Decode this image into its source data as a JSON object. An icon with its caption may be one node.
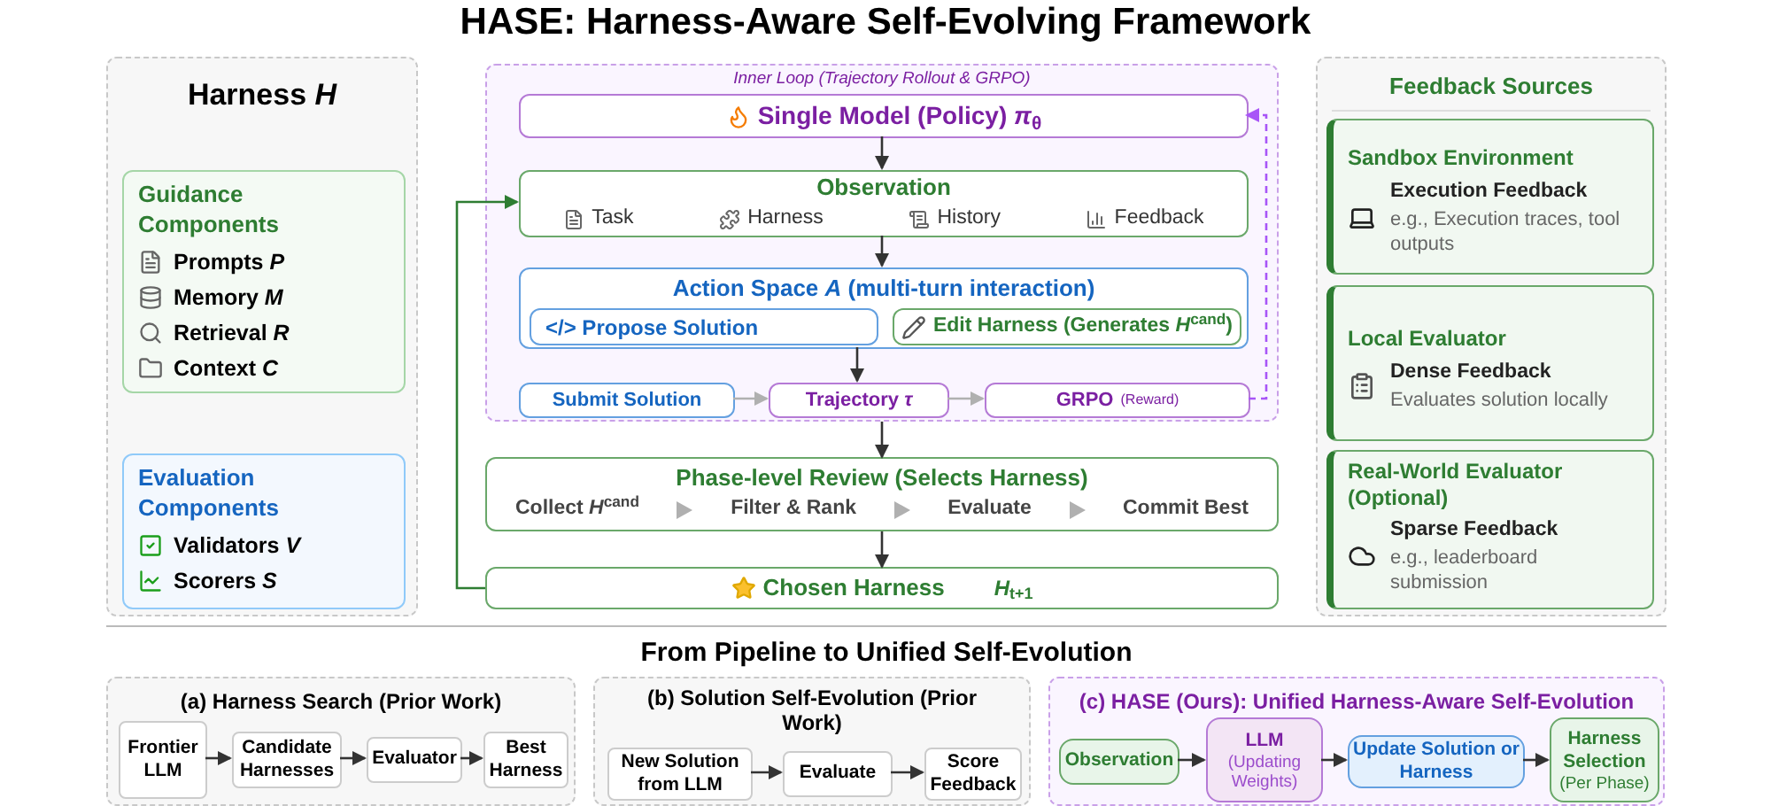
{
  "diagram": {
    "title": "HASE: Harness-Aware Self-Evolving Framework",
    "nodes": [
      {
        "text": [
          "Harness *H*"
        ]
      },
      {
        "text": [
          "Guidance Components",
          "Prompts *P*",
          "Memory *M*",
          "Retrieval *R*",
          "Context *C*"
        ],
        "in": 0
      },
      {
        "text": [
          "Evaluation Components",
          "Validators *V*",
          "Scorers *S*"
        ],
        "in": 0
      },
      {
        "text": [
          "Inner Loop (Trajectory Rollout & GRPO)"
        ]
      },
      {
        "text": [
          "Single Model (Policy) *π*$_{θ}$"
        ],
        "in": 3
      },
      {
        "text": [
          "Observation",
          "Task",
          "Harness",
          "History",
          "Feedback"
        ],
        "in": 3
      },
      {
        "text": [
          "Action Space *A* (multi-turn interaction)"
        ],
        "in": 3
      },
      {
        "text": [
          "</> Propose Solution"
        ],
        "in": 6
      },
      {
        "text": [
          "Edit Harness (Generates *H*$^{cand}$)"
        ],
        "in": 6
      },
      {
        "text": [
          "Submit Solution"
        ],
        "in": 3
      },
      {
        "text": [
          "Trajectory *τ*"
        ],
        "in": 3
      },
      {
        "text": [
          "GRPO",
          "(Reward)"
        ],
        "in": 3
      },
      {
        "text": [
          "Phase-level Review (Selects Harness)",
          "Collect *H*$^{cand}$",
          "Filter & Rank",
          "Evaluate",
          "Commit Best"
        ]
      },
      {
        "text": [
          "Chosen Harness",
          "*H*$_{t+1}$"
        ]
      },
      {
        "text": [
          "Feedback Sources"
        ]
      },
      {
        "text": [
          "Sandbox Environment",
          "Execution Feedback",
          "e.g., Execution traces, tool outputs"
        ],
        "in": 14
      },
      {
        "text": [
          "Local Evaluator",
          "Dense Feedback",
          "Evaluates solution locally"
        ],
        "in": 14
      },
      {
        "text": [
          "Real-World Evaluator (Optional)",
          "Sparse Feedback",
          "e.g., leaderboard submission"
        ],
        "in": 14
      },
      {
        "text": [
          "(a) Harness Search (Prior Work)"
        ]
      },
      {
        "text": [
          "Frontier LLM"
        ],
        "in": 18
      },
      {
        "text": [
          "Candidate Harnesses"
        ],
        "in": 18
      },
      {
        "text": [
          "Evaluator"
        ],
        "in": 18
      },
      {
        "text": [
          "Best Harness"
        ],
        "in": 18
      },
      {
        "text": [
          "(b) Solution Self-Evolution (Prior Work)"
        ]
      },
      {
        "text": [
          "New Solution from LLM"
        ],
        "in": 23
      },
      {
        "text": [
          "Evaluate"
        ],
        "in": 23
      },
      {
        "text": [
          "Score Feedback"
        ],
        "in": 23
      },
      {
        "text": [
          "(c) HASE (Ours): Unified Harness-Aware Self-Evolution"
        ]
      },
      {
        "text": [
          "Observation"
        ],
        "in": 27
      },
      {
        "text": [
          "LLM",
          "(Updating Weights)"
        ],
        "in": 27
      },
      {
        "text": [
          "Update Solution or Harness"
        ],
        "in": 27
      },
      {
        "text": [
          "Harness Selection",
          "(Per Phase)"
        ],
        "in": 27
      }
    ],
    "edges": [
      {
        "from": 4,
        "to": 5,
        "arrow": "to"
      },
      {
        "from": 5,
        "to": 6,
        "arrow": "to"
      },
      {
        "from": 6,
        "to": 10,
        "arrow": "to"
      },
      {
        "from": 9,
        "to": 10,
        "arrow": "to",
        "color": "#b0b0b0"
      },
      {
        "from": 10,
        "to": 11,
        "arrow": "to",
        "color": "#b0b0b0"
      },
      {
        "from": 11,
        "to": 4,
        "arrow": "to",
        "style": "dashed",
        "color": "#a855f7"
      },
      {
        "from": 3,
        "to": 12,
        "arrow": "to"
      },
      {
        "from": 12,
        "to": 13,
        "arrow": "to"
      },
      {
        "from": 13,
        "to": 5,
        "arrow": "to",
        "color": "#2e7d32"
      },
      {
        "from": 19,
        "to": 20,
        "arrow": "to"
      },
      {
        "from": 20,
        "to": 21,
        "arrow": "to"
      },
      {
        "from": 21,
        "to": 22,
        "arrow": "to"
      },
      {
        "from": 24,
        "to": 25,
        "arrow": "to"
      },
      {
        "from": 25,
        "to": 26,
        "arrow": "to"
      },
      {
        "from": 28,
        "to": 29,
        "arrow": "to"
      },
      {
        "from": 29,
        "to": 30,
        "arrow": "to"
      },
      {
        "from": 30,
        "to": 31,
        "arrow": "to"
      }
    ],
    "labels": [
      "From Pipeline to Unified Self-Evolution"
    ]
  }
}
